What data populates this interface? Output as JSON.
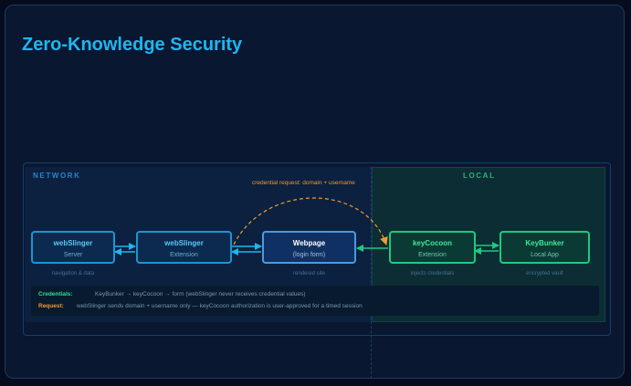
{
  "title": "Zero-Knowledge Security",
  "zones": {
    "network": "NETWORK",
    "local": "LOCAL"
  },
  "nodes": [
    {
      "name": "webSlinger",
      "sub": "Server",
      "caption": "navigation & data"
    },
    {
      "name": "webSlinger",
      "sub": "Extension",
      "caption": ""
    },
    {
      "name": "Webpage",
      "sub": "(login form)",
      "caption": "rendered site"
    },
    {
      "name": "keyCocoon",
      "sub": "Extension",
      "caption": "injects credentials"
    },
    {
      "name": "KeyBunker",
      "sub": "Local App",
      "caption": "encrypted vault"
    }
  ],
  "request_label": "credential request: domain + username",
  "legend": {
    "credentials_key": "Credentials:",
    "credentials_text": "KeyBunker → keyCocoon → form  (webSlinger never receives credential values)",
    "request_key": "Request:",
    "request_text": "webSlinger sends domain + username only — keyCocoon authorization is user-approved for a timed session"
  },
  "colors": {
    "accent": "#1fb6f0",
    "network": "#1a96d2",
    "local": "#1fc97f",
    "request": "#f09a32"
  }
}
